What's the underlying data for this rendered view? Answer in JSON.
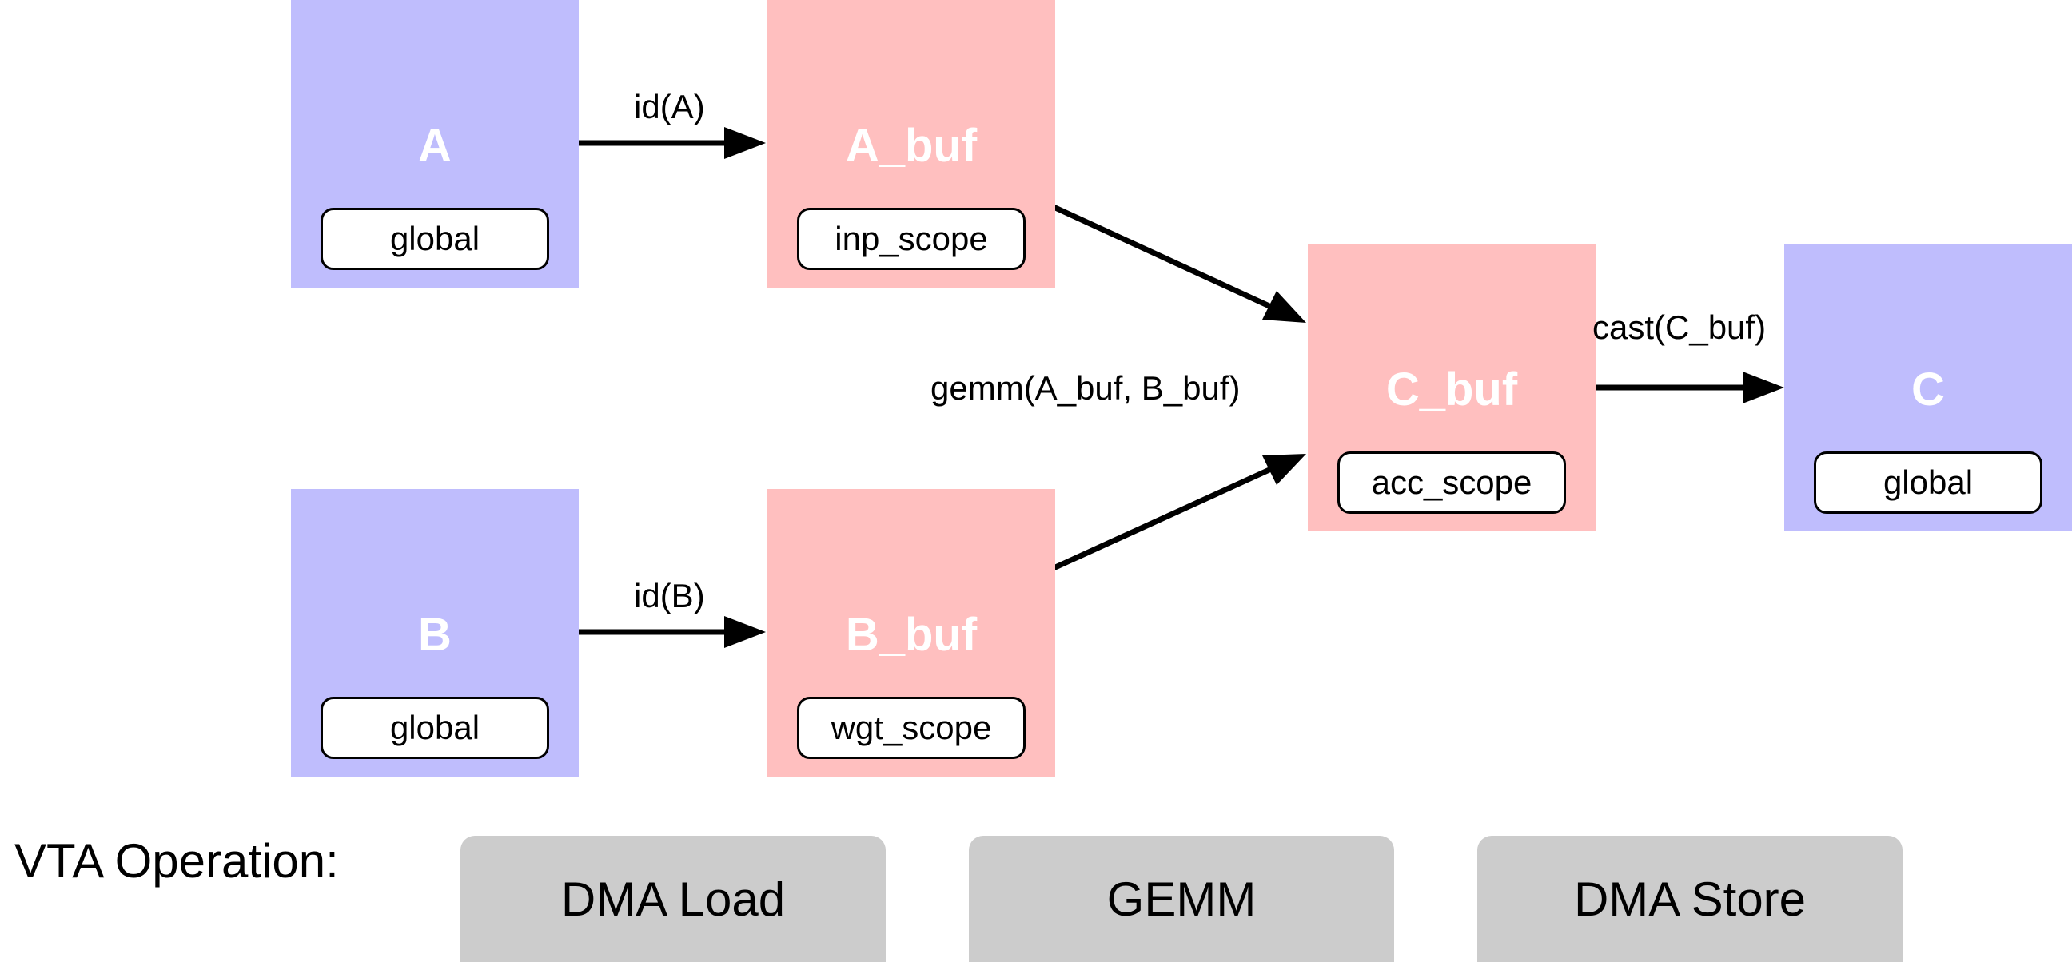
{
  "colors": {
    "memory_global": "#bfbdfd",
    "memory_sram": "#ffbfbf",
    "edge": "#000000",
    "operation_box": "#cccccc"
  },
  "nodes": {
    "A": {
      "title": "A",
      "scope": "global"
    },
    "A_buf": {
      "title": "A_buf",
      "scope": "inp_scope"
    },
    "B": {
      "title": "B",
      "scope": "global"
    },
    "B_buf": {
      "title": "B_buf",
      "scope": "wgt_scope"
    },
    "C_buf": {
      "title": "C_buf",
      "scope": "acc_scope"
    },
    "C": {
      "title": "C",
      "scope": "global"
    }
  },
  "edges": {
    "id_a": "id(A)",
    "id_b": "id(B)",
    "gemm": "gemm(A_buf, B_buf)",
    "cast": "cast(C_buf)"
  },
  "vta": {
    "title": "VTA Operation:",
    "operations": [
      "DMA Load",
      "GEMM",
      "DMA Store"
    ]
  }
}
